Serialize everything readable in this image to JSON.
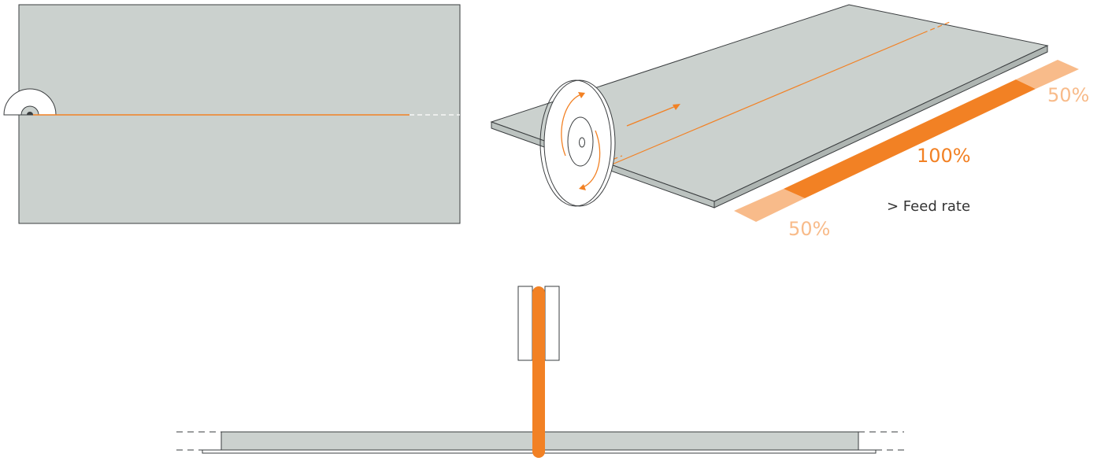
{
  "labels": {
    "feed_start": "50%",
    "feed_middle": "100%",
    "feed_end": "50%",
    "feed_caption": "> Feed rate"
  },
  "feed_rate_profile": [
    {
      "segment": "start",
      "value_percent": 50
    },
    {
      "segment": "middle",
      "value_percent": 100
    },
    {
      "segment": "end",
      "value_percent": 50
    }
  ],
  "colors": {
    "panel_fill": "#cbd1ce",
    "outline": "#3a3d3f",
    "accent": "#f28124",
    "accent_light": "#f8bb8a",
    "text": "#333333"
  }
}
